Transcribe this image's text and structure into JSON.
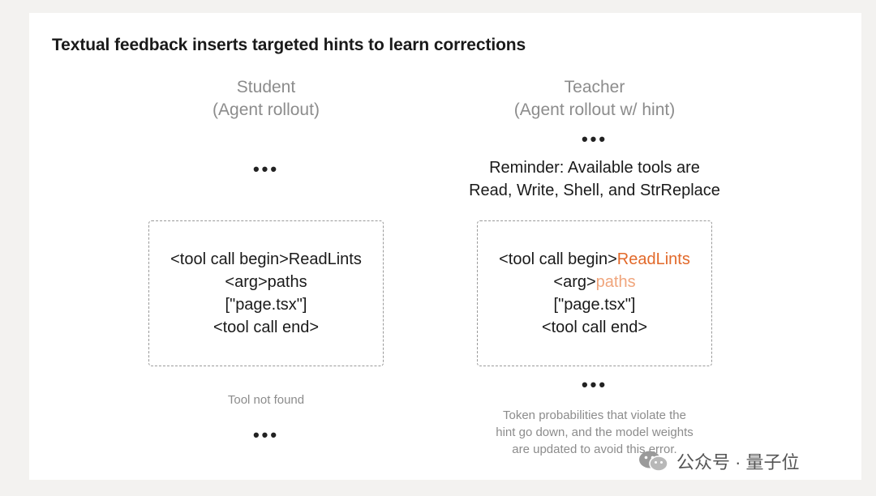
{
  "title": "Textual feedback inserts targeted hints to learn corrections",
  "student": {
    "heading_line1": "Student",
    "heading_line2": "(Agent rollout)",
    "dots_top": "•••",
    "box": {
      "line1_prefix": "<tool call begin>",
      "line1_tool": "ReadLints",
      "line2_prefix": "<arg>",
      "line2_arg": "paths",
      "line3": "[\"page.tsx\"]",
      "line4": "<tool call end>"
    },
    "result": "Tool not found",
    "dots_bottom": "•••"
  },
  "teacher": {
    "heading_line1": "Teacher",
    "heading_line2": "(Agent rollout w/ hint)",
    "dots_top": "•••",
    "reminder_line1": "Reminder: Available tools are",
    "reminder_line2": "Read, Write, Shell, and StrReplace",
    "box": {
      "line1_prefix": "<tool call begin>",
      "line1_tool": "ReadLints",
      "line2_prefix": "<arg>",
      "line2_arg": "paths",
      "line3": "[\"page.tsx\"]",
      "line4": "<tool call end>"
    },
    "dots_bottom": "•••",
    "note_line1": "Token probabilities that violate the",
    "note_line2": "hint go down, and the model weights",
    "note_line3": "are updated to avoid this error."
  },
  "watermark": {
    "text": "公众号 · 量子位",
    "icon": "wechat-icon"
  },
  "colors": {
    "highlight_strong": "#e2692a",
    "highlight_light": "#f0a57c",
    "muted_text": "#8c8c8c",
    "box_border": "#9a9a9a"
  }
}
